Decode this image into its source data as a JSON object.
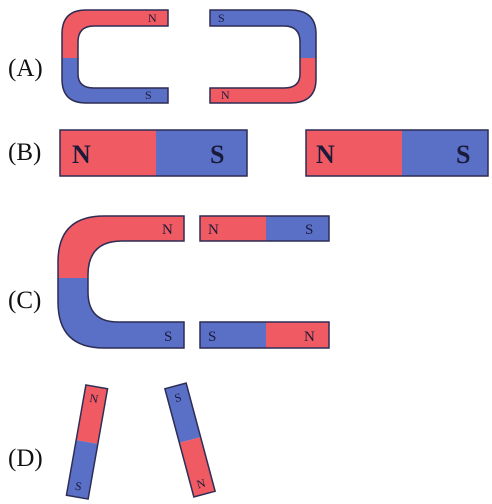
{
  "colors": {
    "north": "#f05a62",
    "south": "#5a6fc6",
    "outline": "#2d2d55"
  },
  "options": {
    "a": {
      "label": "(A)",
      "left_magnet": {
        "top_pole": "N",
        "bottom_pole": "S"
      },
      "right_magnet": {
        "top_pole": "S",
        "bottom_pole": "N"
      }
    },
    "b": {
      "label": "(B)",
      "left_magnet": {
        "left_pole": "N",
        "right_pole": "S"
      },
      "right_magnet": {
        "left_pole": "N",
        "right_pole": "S"
      }
    },
    "c": {
      "label": "(C)",
      "u_magnet": {
        "top_pole": "N",
        "bottom_pole": "S"
      },
      "top_bar": {
        "left_pole": "N",
        "right_pole": "S"
      },
      "bottom_bar": {
        "left_pole": "S",
        "right_pole": "N"
      }
    },
    "d": {
      "label": "(D)",
      "left_bar": {
        "top_pole": "N",
        "bottom_pole": "S"
      },
      "right_bar": {
        "top_pole": "S",
        "bottom_pole": "N"
      }
    }
  }
}
